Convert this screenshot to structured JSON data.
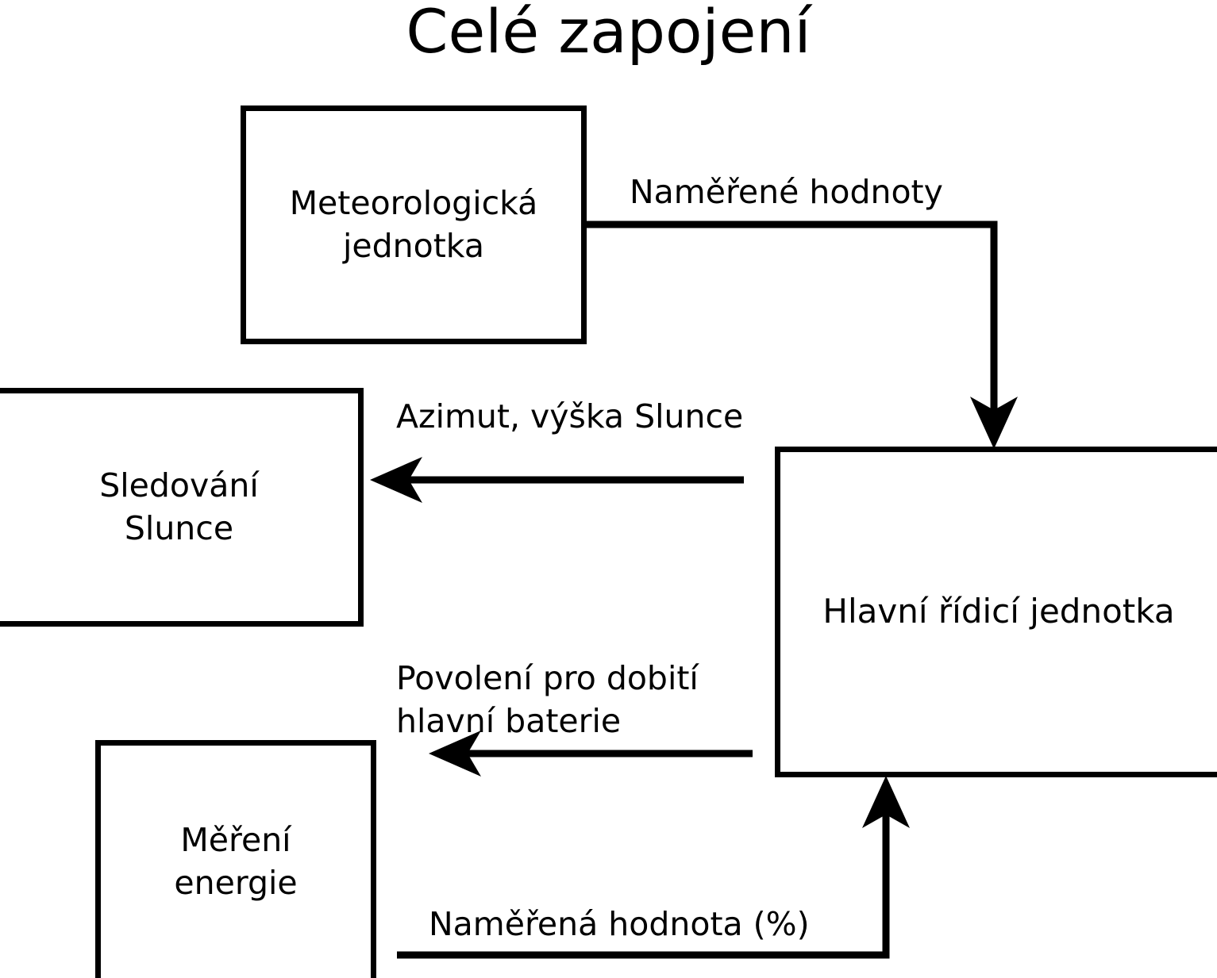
{
  "diagram": {
    "title": "Celé zapojení",
    "background_color": "#ffffff",
    "line_color": "#000000",
    "nodes": [
      {
        "id": "meteo",
        "label": "Meteorologická\njednotka"
      },
      {
        "id": "sun",
        "label": "Sledování\nSlunce"
      },
      {
        "id": "main",
        "label": "Hlavní řídicí jednotka"
      },
      {
        "id": "energy",
        "label": "Měření\nenergie"
      }
    ],
    "edges": [
      {
        "id": "e1",
        "from": "meteo",
        "to": "main",
        "label": "Naměřené hodnoty"
      },
      {
        "id": "e2",
        "from": "main",
        "to": "sun",
        "label": "Azimut, výška Slunce"
      },
      {
        "id": "e3",
        "from": "main",
        "to": "energy",
        "label": "Povolení pro dobití\nhlavní baterie"
      },
      {
        "id": "e4",
        "from": "energy",
        "to": "main",
        "label": "Naměřená hodnota (%)"
      }
    ]
  }
}
